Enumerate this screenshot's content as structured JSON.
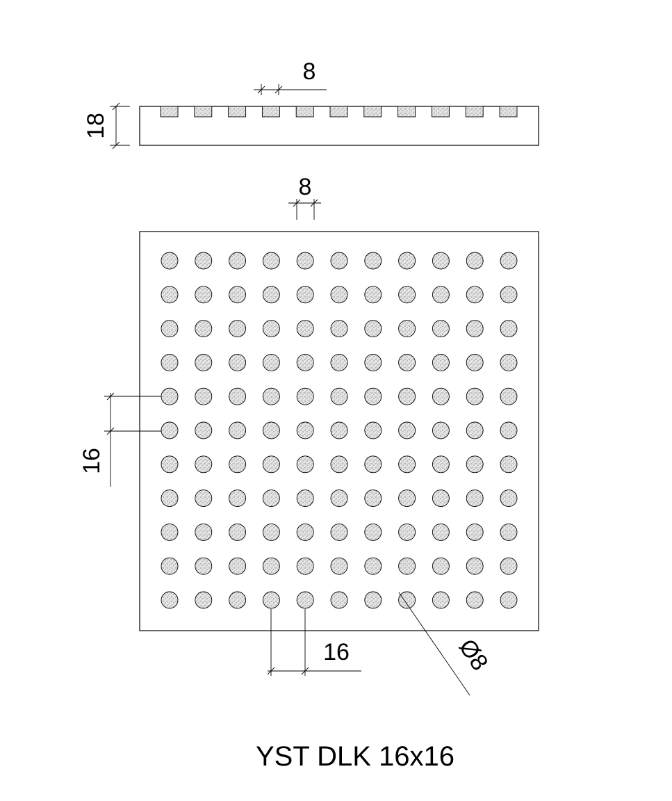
{
  "drawing": {
    "title": "YST DLK 16x16",
    "rows": 11,
    "columns": 11,
    "dimensions": {
      "side_stud_width": "8",
      "thickness": "18",
      "top_stud_width": "8",
      "row_spacing": "16",
      "column_spacing": "16",
      "stud_diameter": "Ø8"
    },
    "colors": {
      "line": "#000000",
      "stud_fill": "#d9d9d9",
      "background": "#ffffff"
    }
  }
}
